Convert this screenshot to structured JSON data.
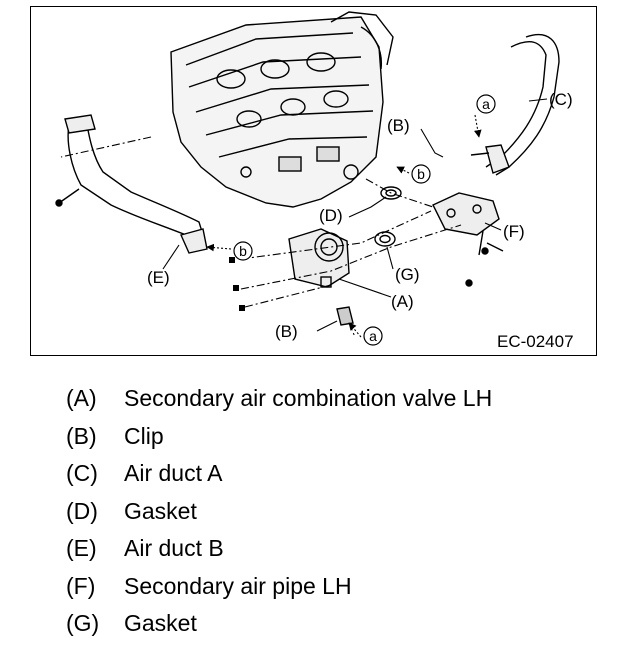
{
  "figure": {
    "code": "EC-02407",
    "callouts": {
      "A": "(A)",
      "B_top": "(B)",
      "B_bottom": "(B)",
      "C": "(C)",
      "D": "(D)",
      "E": "(E)",
      "F": "(F)",
      "G": "(G)"
    },
    "arrow_marks": {
      "a_top": "a",
      "a_bottom": "a",
      "b_top": "b",
      "b_left": "b"
    }
  },
  "legend": [
    {
      "key": "(A)",
      "text": "Secondary air combination valve LH"
    },
    {
      "key": "(B)",
      "text": "Clip"
    },
    {
      "key": "(C)",
      "text": "Air duct A"
    },
    {
      "key": "(D)",
      "text": "Gasket"
    },
    {
      "key": "(E)",
      "text": "Air duct B"
    },
    {
      "key": "(F)",
      "text": "Secondary air pipe LH"
    },
    {
      "key": "(G)",
      "text": "Gasket"
    }
  ]
}
